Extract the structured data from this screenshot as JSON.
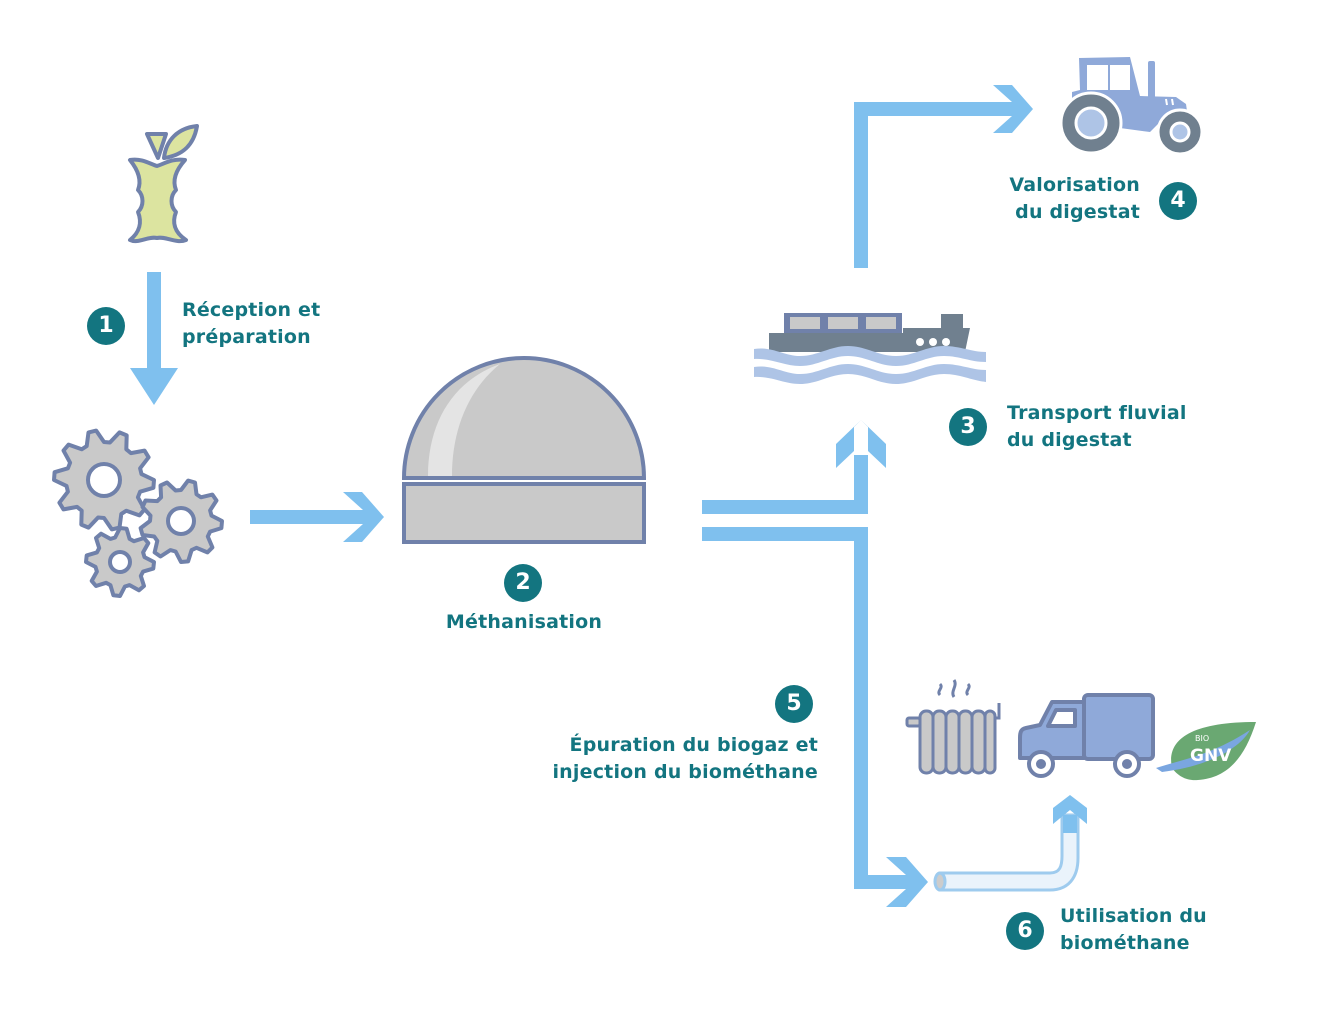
{
  "diagram": {
    "title": "Méthanisation process flow",
    "colors": {
      "arrow": "#7fc0ee",
      "text": "#137580",
      "badge": "#137580",
      "outline": "#7081aa",
      "gray_fill": "#c9c9c9",
      "light_blue": "#8fa9d9",
      "slate": "#70808f",
      "apple_fill": "#dce4a0",
      "leaf_green": "#6aa872"
    },
    "steps": [
      {
        "number": "1",
        "line1": "Réception et",
        "line2": "préparation",
        "icon": "apple-core-icon"
      },
      {
        "number": "2",
        "line1": "Méthanisation",
        "line2": "",
        "icon": "digester-dome-icon"
      },
      {
        "number": "3",
        "line1": "Transport fluvial",
        "line2": "du digestat",
        "icon": "barge-icon"
      },
      {
        "number": "4",
        "line1": "Valorisation",
        "line2": "du digestat",
        "icon": "tractor-icon"
      },
      {
        "number": "5",
        "line1": "Épuration du biogaz et",
        "line2": "injection du biométhane",
        "icon": "pipeline-icon"
      },
      {
        "number": "6",
        "line1": "Utilisation du",
        "line2": "biométhane",
        "icon": "truck-icon"
      }
    ],
    "gnv_logo": {
      "top": "BIO",
      "main": "GNV"
    },
    "edges": [
      {
        "from": "apple",
        "to": "gears",
        "step": "1"
      },
      {
        "from": "gears",
        "to": "digester"
      },
      {
        "from": "digester",
        "to": "barge",
        "step": "3"
      },
      {
        "from": "barge",
        "to": "tractor",
        "step": "4"
      },
      {
        "from": "digester",
        "to": "pipe",
        "step": "5"
      },
      {
        "from": "pipe",
        "to": "truck",
        "step": "6"
      }
    ]
  }
}
